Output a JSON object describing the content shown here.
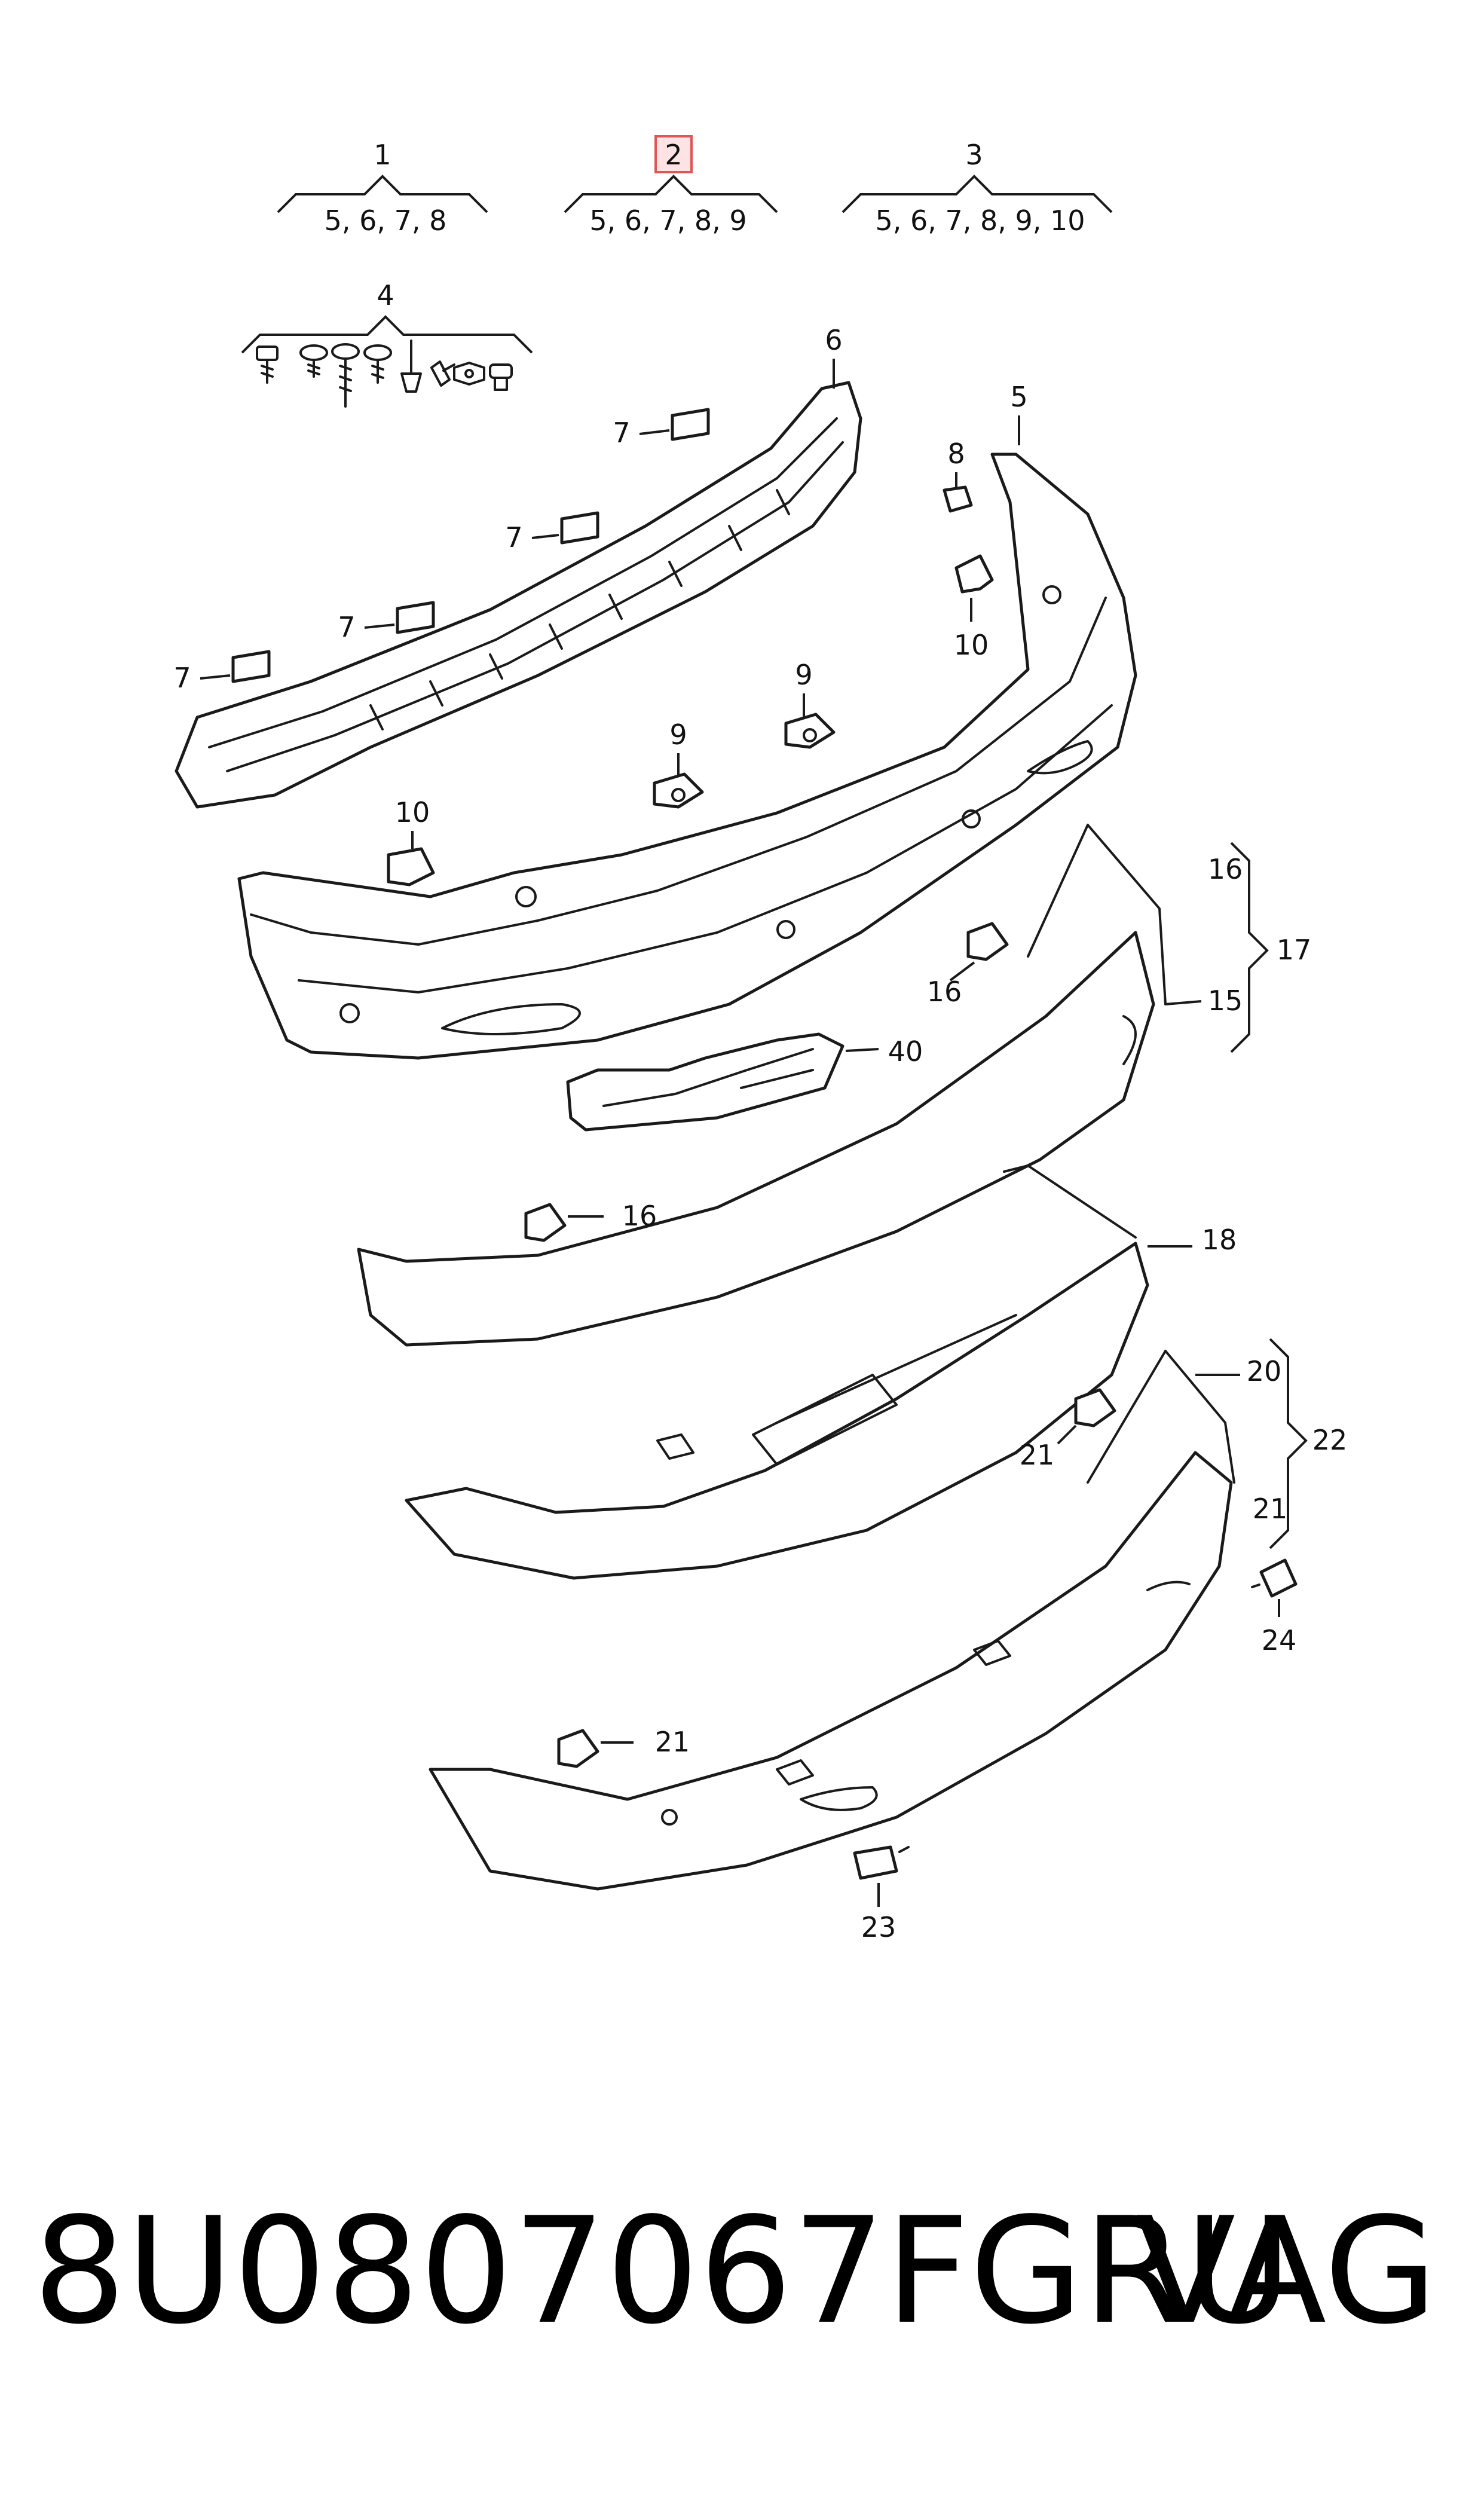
{
  "groups": [
    {
      "number": "1",
      "children": "5, 6, 7, 8"
    },
    {
      "number": "2",
      "children": "5, 6, 7, 8, 9",
      "highlighted": true
    },
    {
      "number": "3",
      "children": "5, 6, 7, 8, 9, 10"
    }
  ],
  "callouts": {
    "p4": "4",
    "p5": "5",
    "p6": "6",
    "p7a": "7",
    "p7b": "7",
    "p7c": "7",
    "p7d": "7",
    "p8": "8",
    "p9a": "9",
    "p9b": "9",
    "p10a": "10",
    "p10b": "10",
    "p15": "15",
    "p16a": "16",
    "p16b": "16",
    "p16c": "16",
    "p17": "17",
    "p18": "18",
    "p20": "20",
    "p21a": "21",
    "p21b": "21",
    "p21c": "21",
    "p22": "22",
    "p23": "23",
    "p24": "24",
    "p40": "40"
  },
  "footer": {
    "part_number": "8U0807067FGRU",
    "brand": "VAG"
  },
  "colors": {
    "highlight_fill": "#fde3e3",
    "highlight_stroke": "#e05555",
    "line": "#1a1a1a"
  }
}
